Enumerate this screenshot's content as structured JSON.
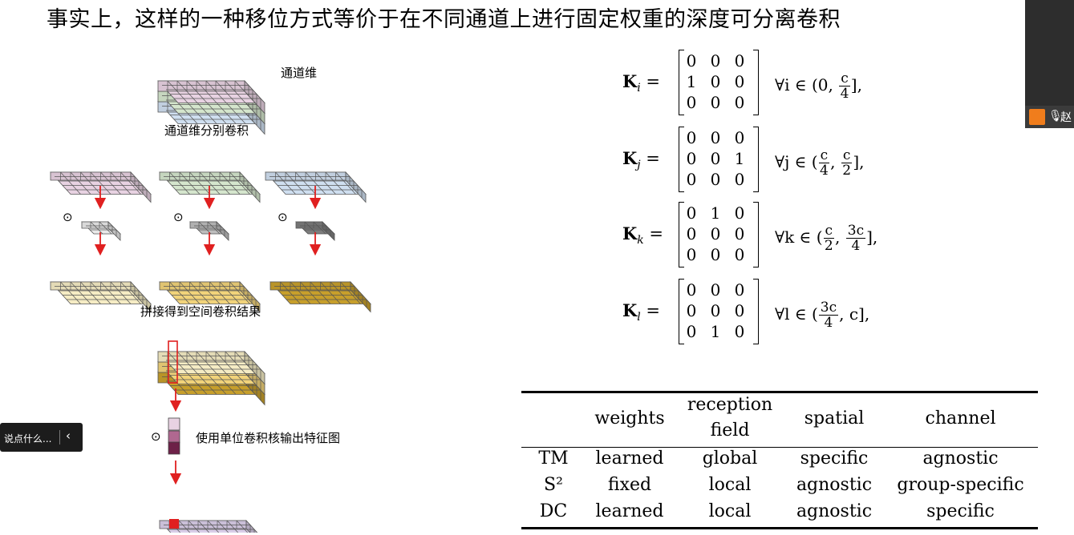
{
  "slide": {
    "title": "事实上，这样的一种移位方式等价于在不同通道上进行固定权重的深度可分离卷积",
    "diagram": {
      "label_channel_dim": "通道维",
      "label_per_channel": "通道维分别卷积",
      "label_concat": "拼接得到空间卷积结果",
      "label_unit_kernel": "使用单位卷积核输出特征图",
      "odot": "⊙",
      "colors": {
        "pink": "#e8d2e2",
        "green": "#d5e6cd",
        "blue": "#cfdff0",
        "cream": "#f5ecc4",
        "gold": "#f1d37a",
        "dark_gold": "#c79f2b",
        "arrow": "#e02020",
        "highlight": "#e02020"
      }
    },
    "equations": [
      {
        "sym": "K",
        "sub": "i",
        "matrix": [
          [
            "0",
            "0",
            "0"
          ],
          [
            "1",
            "0",
            "0"
          ],
          [
            "0",
            "0",
            "0"
          ]
        ],
        "quant": "∀i ∈ (0, ",
        "frac": {
          "num": "c",
          "den": "4"
        },
        "tail": "],"
      },
      {
        "sym": "K",
        "sub": "j",
        "matrix": [
          [
            "0",
            "0",
            "0"
          ],
          [
            "0",
            "0",
            "1"
          ],
          [
            "0",
            "0",
            "0"
          ]
        ],
        "quant": "∀j ∈ (",
        "frac": {
          "num": "c",
          "den": "4"
        },
        "mid": ", ",
        "frac2": {
          "num": "c",
          "den": "2"
        },
        "tail": "],"
      },
      {
        "sym": "K",
        "sub": "k",
        "matrix": [
          [
            "0",
            "1",
            "0"
          ],
          [
            "0",
            "0",
            "0"
          ],
          [
            "0",
            "0",
            "0"
          ]
        ],
        "quant": "∀k ∈ (",
        "frac": {
          "num": "c",
          "den": "2"
        },
        "mid": ", ",
        "frac2": {
          "num": "3c",
          "den": "4"
        },
        "tail": "],"
      },
      {
        "sym": "K",
        "sub": "l",
        "matrix": [
          [
            "0",
            "0",
            "0"
          ],
          [
            "0",
            "0",
            "0"
          ],
          [
            "0",
            "1",
            "0"
          ]
        ],
        "quant": "∀l ∈ (",
        "frac": {
          "num": "3c",
          "den": "4"
        },
        "tail": ", c],"
      }
    ],
    "table": {
      "headers": [
        "",
        "weights",
        "reception field",
        "spatial",
        "channel"
      ],
      "header_lines": {
        "reception_a": "reception",
        "reception_b": "field"
      },
      "rows": [
        [
          "TM",
          "learned",
          "global",
          "specific",
          "agnostic"
        ],
        [
          "S²",
          "fixed",
          "local",
          "agnostic",
          "group-specific"
        ],
        [
          "DC",
          "learned",
          "local",
          "agnostic",
          "specific"
        ]
      ]
    }
  },
  "overlay": {
    "chat_placeholder": "说点什么...",
    "chat_collapse_icon": "‹",
    "camera_name": "赵"
  }
}
